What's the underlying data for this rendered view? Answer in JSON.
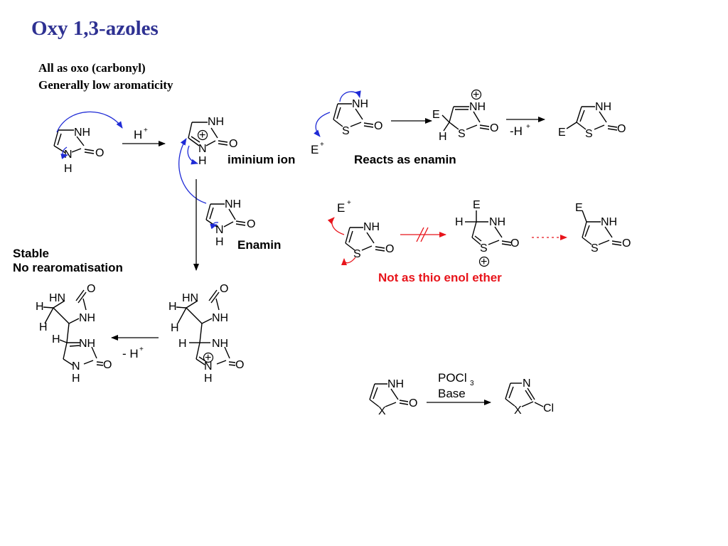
{
  "title": "Oxy 1,3-azoles",
  "subtitle_1": "All as oxo (carbonyl)",
  "subtitle_2": "Generally low aromaticity",
  "labels": {
    "iminium": "iminium ion",
    "reacts": "Reacts as enamin",
    "enamin": "Enamin",
    "stable": "Stable",
    "no_rearom": "No rearomatisation",
    "not_thio": "Not as thio enol ether",
    "minus_h": "- H",
    "minus_h2": "-H",
    "h_plus": "H",
    "e_plus": "E",
    "pocl": "POCl",
    "pocl_sub": "3",
    "base": "Base",
    "sup_plus": "+"
  },
  "atoms": {
    "NH": "NH",
    "N": "N",
    "H": "H",
    "O": "O",
    "S": "S",
    "E": "E",
    "HN": "HN",
    "X": "X",
    "Cl": "Cl",
    "plus": "+"
  },
  "colors": {
    "title": "#2e3192",
    "curved_arrow": "#1f2bd6",
    "red": "#e8141b",
    "ink": "#000000"
  }
}
